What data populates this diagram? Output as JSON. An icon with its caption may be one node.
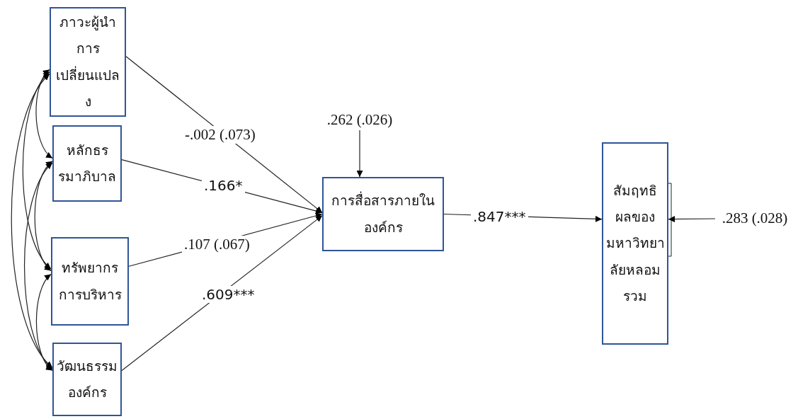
{
  "diagram": {
    "nodes": [
      {
        "text": [
          "ภาวะผู้นำการเปลี่ยนแปลง"
        ]
      },
      {
        "text": [
          "หลักธรรมาภิบาล"
        ]
      },
      {
        "text": [
          "ทรัพยากรการบริหาร"
        ]
      },
      {
        "text": [
          "วัฒนธรรมองค์กร"
        ]
      },
      {
        "text": [
          "การสื่อสารภายในองค์กร"
        ]
      },
      {
        "text": [
          "สัมฤทธิผลของมหาวิทยาลัยหลอมรวม"
        ]
      },
      {
        "text": [
          ".262 (.026)"
        ]
      },
      {
        "text": [
          ".283 (.028)"
        ]
      }
    ],
    "edges": [
      {
        "from": 0,
        "to": 4,
        "arrow": "to",
        "label": "-.002 (.073)"
      },
      {
        "from": 1,
        "to": 4,
        "arrow": "to",
        "label": ".166*"
      },
      {
        "from": 2,
        "to": 4,
        "arrow": "to",
        "label": ".107 (.067)"
      },
      {
        "from": 3,
        "to": 4,
        "arrow": "to",
        "label": ".609***"
      },
      {
        "from": 4,
        "to": 5,
        "arrow": "to",
        "label": ".847***"
      },
      {
        "from": 6,
        "to": 4,
        "arrow": "to"
      },
      {
        "from": 7,
        "to": 5,
        "arrow": "to"
      },
      {
        "from": 0,
        "to": 1,
        "arrow": "both"
      },
      {
        "from": 0,
        "to": 2,
        "arrow": "both"
      },
      {
        "from": 0,
        "to": 3,
        "arrow": "both"
      },
      {
        "from": 1,
        "to": 2,
        "arrow": "both"
      },
      {
        "from": 1,
        "to": 3,
        "arrow": "both"
      },
      {
        "from": 2,
        "to": 3,
        "arrow": "both"
      }
    ]
  }
}
